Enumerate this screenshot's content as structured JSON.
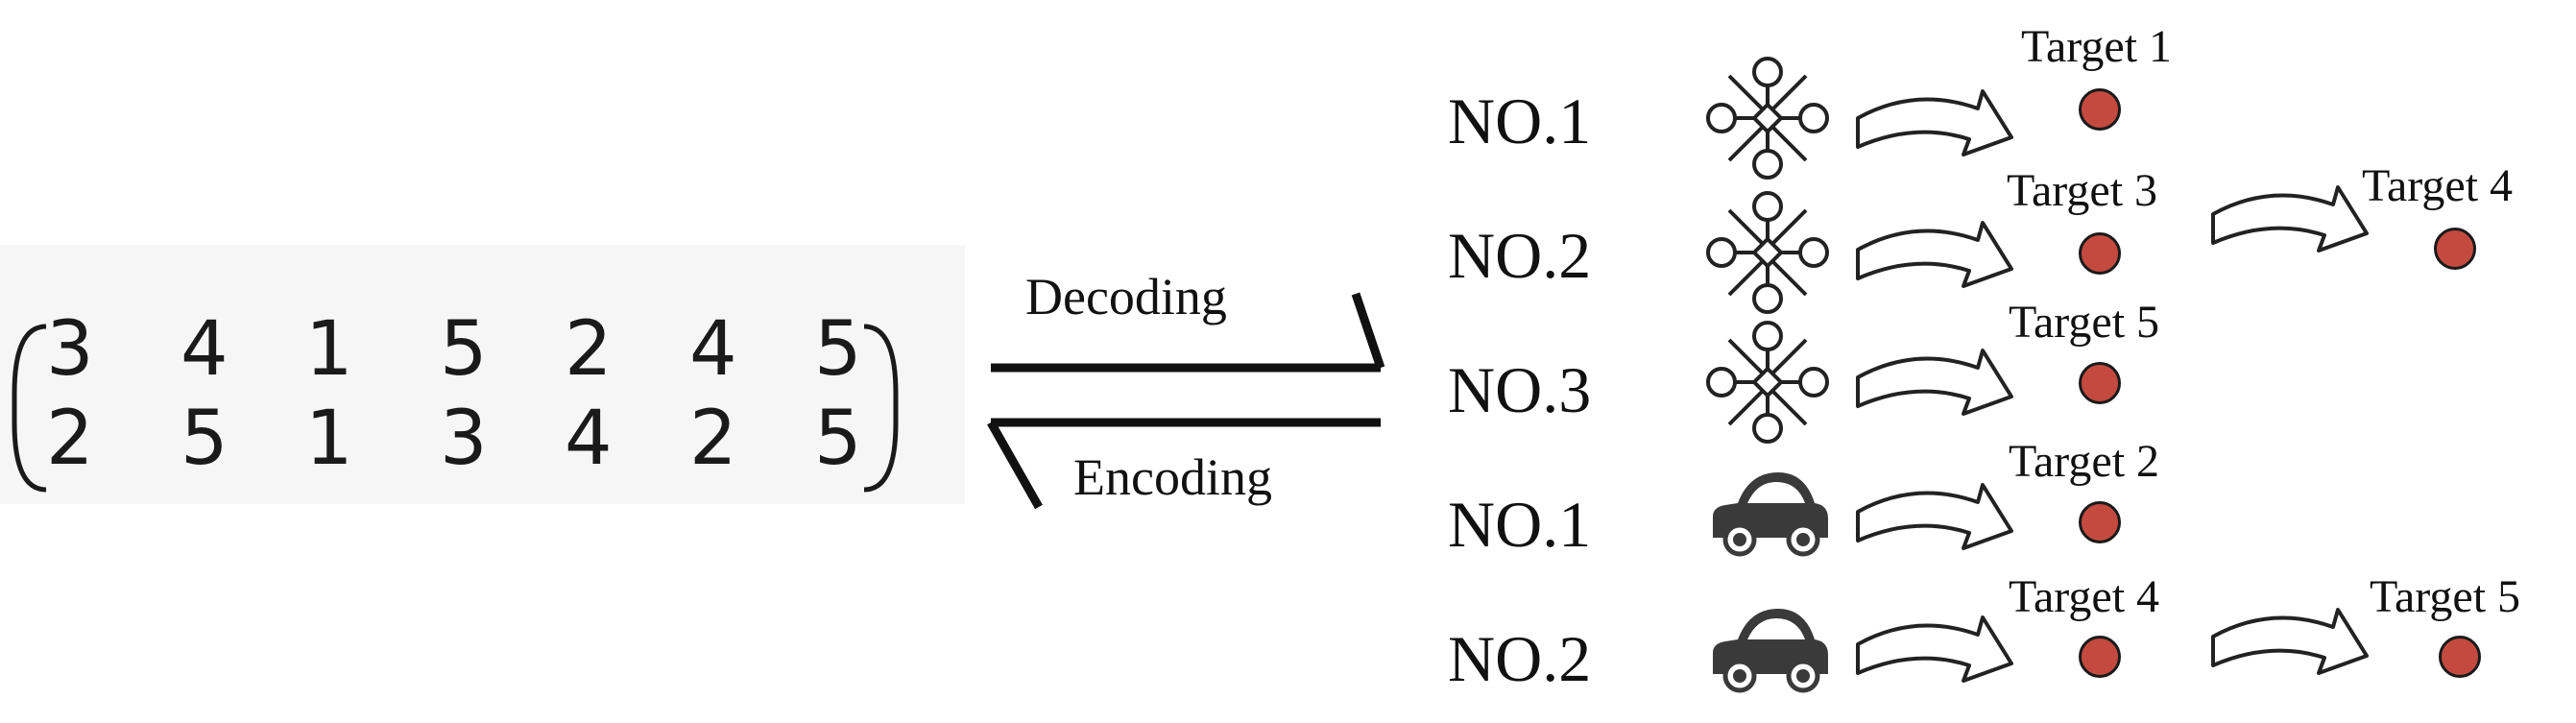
{
  "matrix": {
    "row1": [
      "3",
      "4",
      "1",
      "5",
      "2",
      "4",
      "5"
    ],
    "row2": [
      "2",
      "5",
      "1",
      "3",
      "4",
      "2",
      "5"
    ]
  },
  "labels": {
    "decoding": "Decoding",
    "encoding": "Encoding"
  },
  "agents": [
    {
      "label": "NO.1",
      "type": "drone-icon",
      "targets": [
        "Target 1"
      ]
    },
    {
      "label": "NO.2",
      "type": "drone-icon",
      "targets": [
        "Target 3",
        "Target 4"
      ]
    },
    {
      "label": "NO.3",
      "type": "drone-icon",
      "targets": [
        "Target 5"
      ]
    },
    {
      "label": "NO.1",
      "type": "car-icon",
      "targets": [
        "Target 2"
      ]
    },
    {
      "label": "NO.2",
      "type": "car-icon",
      "targets": [
        "Target 4",
        "Target 5"
      ]
    }
  ],
  "colors": {
    "target_dot": "#c44a3f",
    "vehicle": "#3a3a3a"
  }
}
